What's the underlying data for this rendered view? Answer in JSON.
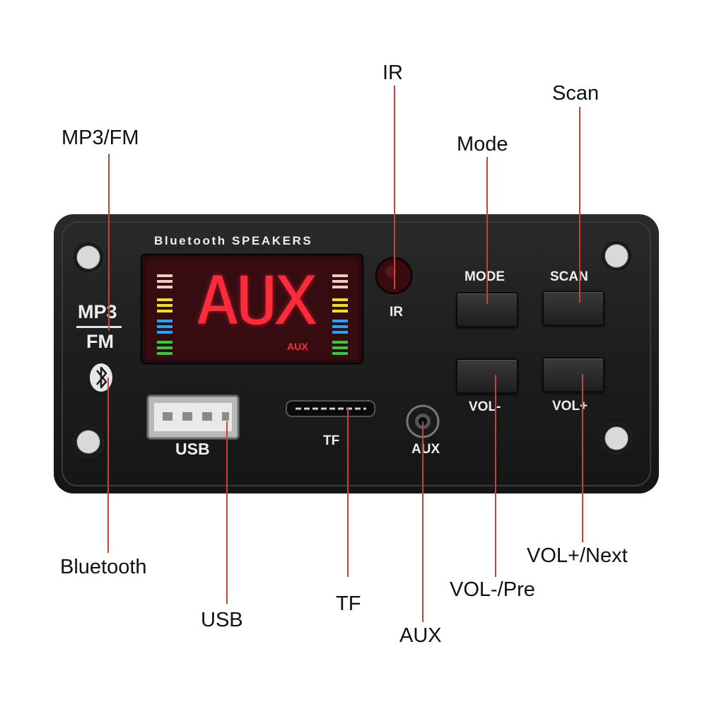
{
  "callouts": {
    "ir": "IR",
    "scan": "Scan",
    "mode": "Mode",
    "mp3fm": "MP3/FM",
    "bluetooth": "Bluetooth",
    "usb": "USB",
    "tf": "TF",
    "aux": "AUX",
    "vol_pre": "VOL-/Pre",
    "vol_next": "VOL+/Next"
  },
  "panel": {
    "brand": "Bluetooth SPEAKERS",
    "mp3": "MP3",
    "fm": "FM",
    "ir_label": "IR",
    "mode_label": "MODE",
    "scan_label": "SCAN",
    "vol_minus_label": "VOL-",
    "vol_plus_label": "VOL+",
    "usb_label": "USB",
    "tf_label": "TF",
    "aux_label": "AUX",
    "display_text": "AUX",
    "display_small": "AUX"
  },
  "colors": {
    "leader": "#c8413a",
    "display_red": "#ff2b3a",
    "panel": "#1c1c1c"
  }
}
